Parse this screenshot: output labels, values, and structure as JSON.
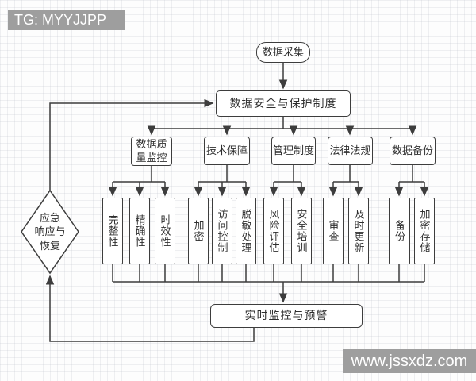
{
  "watermarks": {
    "top_left": "TG: MYYJJPP",
    "bottom_right": "www.jssxdz.com"
  },
  "diagram": {
    "start": "数据采集",
    "policy": "数据安全与保护制度",
    "categories": [
      {
        "label": "数据质量监控",
        "children": [
          "完整性",
          "精确性",
          "时效性"
        ]
      },
      {
        "label": "技术保障",
        "children": [
          "加密",
          "访问控制",
          "脱敏处理"
        ]
      },
      {
        "label": "管理制度",
        "children": [
          "风险评估",
          "安全培训"
        ]
      },
      {
        "label": "法律法规",
        "children": [
          "审查",
          "及时更新"
        ]
      },
      {
        "label": "数据备份",
        "children": [
          "备份",
          "加密存储"
        ]
      }
    ],
    "monitor": "实时监控与预警",
    "emergency": "应急\n响应与\n恢复",
    "colors": {
      "line": "#3d3d3d",
      "node_fill": "#ffffff",
      "watermark_bg": "#9e9e9e",
      "watermark_text": "#ffffff"
    }
  }
}
